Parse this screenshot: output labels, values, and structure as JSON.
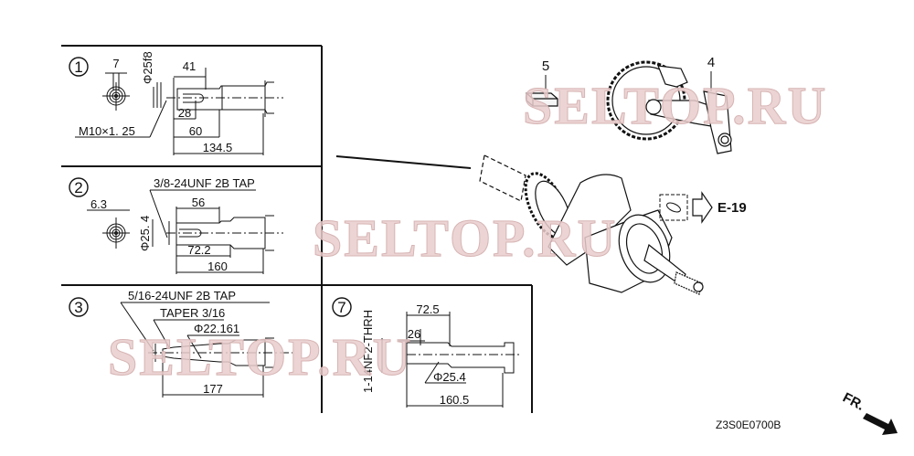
{
  "diagram": {
    "title_code": "Z3S0E0700B",
    "front_indicator": "FR.",
    "reference": "E-19",
    "watermark": "SELTOP.RU",
    "watermark_color": "#e9cccc",
    "parts": [
      {
        "number": "4",
        "name": "crankshaft-gear-assembly"
      },
      {
        "number": "5",
        "name": "key"
      }
    ],
    "variants": [
      {
        "id": "1",
        "key_width": "7",
        "diameter": "Φ25f8",
        "thread": "M10×1. 25",
        "dims": [
          "41",
          "28",
          "60",
          "134.5"
        ]
      },
      {
        "id": "2",
        "key_width": "6.3",
        "diameter": "Φ25. 4",
        "thread": "3/8-24UNF 2B TAP",
        "dims": [
          "56",
          "72.2",
          "160"
        ]
      },
      {
        "id": "3",
        "thread": "5/16-24UNF 2B TAP",
        "taper": "TAPER 3/16",
        "diameter": "Φ22.161",
        "dims": [
          "177"
        ]
      },
      {
        "id": "7",
        "thread": "1-14NF2-THRH",
        "diameter": "Φ25.4",
        "dims": [
          "72.5",
          "26",
          "160.5"
        ]
      }
    ]
  }
}
